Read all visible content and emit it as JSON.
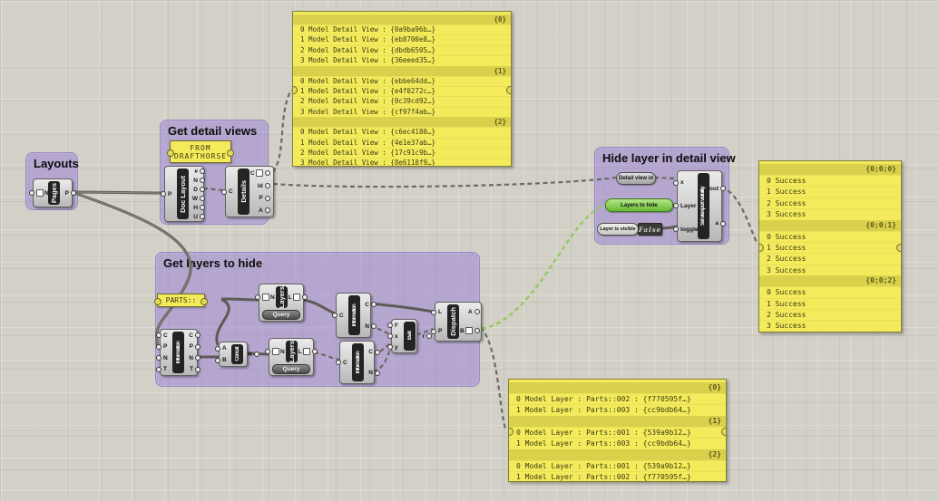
{
  "app": "Grasshopper node canvas",
  "colors": {
    "canvas_bg": "#d3d0c7",
    "group_fill": "#b3a2e0",
    "panel_yellow": "#f3eb5c",
    "panel_header_yellow": "#d9d14b",
    "wire_green": "#95c961",
    "component_tag": "#232323",
    "relay_green": "#68ba34"
  },
  "groups": {
    "layouts": {
      "label": "Layouts"
    },
    "get_detail_views": {
      "label": "Get detail views"
    },
    "hide_layer": {
      "label": "Hide layer in detail view"
    },
    "get_layers": {
      "label": "Get layers to hide"
    }
  },
  "components": {
    "pages": {
      "name": "Pages",
      "inputs": [
        {
          "l": "N",
          "tag": "param-tag-icon"
        }
      ],
      "outputs": [
        "P"
      ]
    },
    "doc_layout": {
      "name": "Doc Layout",
      "inputs": [
        "P"
      ],
      "outputs": [
        "#",
        "N",
        "D",
        "W",
        "H",
        "U"
      ]
    },
    "details": {
      "name": "Details",
      "inputs": [
        "C"
      ],
      "outputs": [
        {
          "l": "C",
          "tag": "param-tag-icon"
        },
        "Id",
        "P",
        "A"
      ]
    },
    "set_viewport_visibility": {
      "name": "Set viewport visibility",
      "inputs": [
        "x",
        "Layer",
        "toggle"
      ],
      "outputs": [
        "out",
        "a"
      ]
    },
    "layers_query_1": {
      "name": "Layers",
      "sub": "Query",
      "inputs": [
        {
          "l": "N",
          "tag": "param-tag-icon"
        }
      ],
      "outputs": [
        {
          "l": "L",
          "tag": "param-tag-icon"
        }
      ]
    },
    "layers_query_2": {
      "name": "Layers",
      "sub": "Query",
      "inputs": [
        {
          "l": "N",
          "tag": "param-tag-icon"
        }
      ],
      "outputs": [
        {
          "l": "L",
          "tag": "param-tag-icon"
        }
      ]
    },
    "information_left": {
      "name": "Information",
      "inputs": [
        "C",
        "P",
        "N",
        "T"
      ],
      "outputs": [
        "C",
        "P",
        "N",
        "T"
      ]
    },
    "concat": {
      "name": "Concat",
      "inputs": [
        "A",
        "B"
      ],
      "outputs": [
        "R"
      ]
    },
    "information_top": {
      "name": "Information",
      "inputs": [
        "C"
      ],
      "outputs": [
        "C",
        "N"
      ]
    },
    "information_bottom": {
      "name": "Information",
      "inputs": [
        "C"
      ],
      "outputs": [
        "C",
        "N"
      ]
    },
    "eval": {
      "name": "Eval",
      "inputs": [
        "F",
        "x",
        "y"
      ],
      "outputs": [
        "r"
      ]
    },
    "dispatch": {
      "name": "Dispatch",
      "inputs": [
        "L",
        "P"
      ],
      "outputs": [
        "A",
        {
          "l": "B",
          "tag": "param-tag-icon"
        }
      ]
    }
  },
  "capsules": {
    "from_drafthorse": {
      "lines": [
        "FROM",
        "DRAFTHORSE"
      ]
    },
    "parts": {
      "text": "PARTS::"
    },
    "detail_view_id": {
      "text": "Detail view id"
    },
    "layers_to_hide": {
      "text": "Layers to hide"
    },
    "layer_visibility": {
      "label": "Layer is visible",
      "value": "False"
    }
  },
  "panels": {
    "detail_views": {
      "sections": [
        {
          "header": "{0}",
          "rows": [
            "0 Model Detail View : {0a9ba96b…}",
            "1 Model Detail View : {eb8700e8…}",
            "2 Model Detail View : {dbdb6505…}",
            "3 Model Detail View : {36eeed35…}"
          ]
        },
        {
          "header": "{1}",
          "rows": [
            "0 Model Detail View : {ebbe64dd…}",
            "1 Model Detail View : {e4f0272c…}",
            "2 Model Detail View : {0c39cd92…}",
            "3 Model Detail View : {cf97f4ab…}"
          ]
        },
        {
          "header": "{2}",
          "rows": [
            "0 Model Detail View : {c6ec4180…}",
            "1 Model Detail View : {4e1e37ab…}",
            "2 Model Detail View : {17c91c9b…}",
            "3 Model Detail View : {8e6118f9…}"
          ]
        }
      ]
    },
    "success": {
      "sections": [
        {
          "header": "{0;0;0}",
          "rows": [
            "0 Success",
            "1 Success",
            "2 Success",
            "3 Success"
          ]
        },
        {
          "header": "{0;0;1}",
          "rows": [
            "0 Success",
            "1 Success",
            "2 Success",
            "3 Success"
          ]
        },
        {
          "header": "{0;0;2}",
          "rows": [
            "0 Success",
            "1 Success",
            "2 Success",
            "3 Success"
          ]
        }
      ]
    },
    "model_layers": {
      "sections": [
        {
          "header": "{0}",
          "rows": [
            "0 Model Layer : Parts::002 : {f770595f…}",
            "1 Model Layer : Parts::003 : {cc9bdb64…}"
          ]
        },
        {
          "header": "{1}",
          "rows": [
            "0 Model Layer : Parts::001 : {539a9b12…}",
            "1 Model Layer : Parts::003 : {cc9bdb64…}"
          ]
        },
        {
          "header": "{2}",
          "rows": [
            "0 Model Layer : Parts::001 : {539a9b12…}",
            "1 Model Layer : Parts::002 : {f770595f…}"
          ]
        }
      ]
    }
  }
}
